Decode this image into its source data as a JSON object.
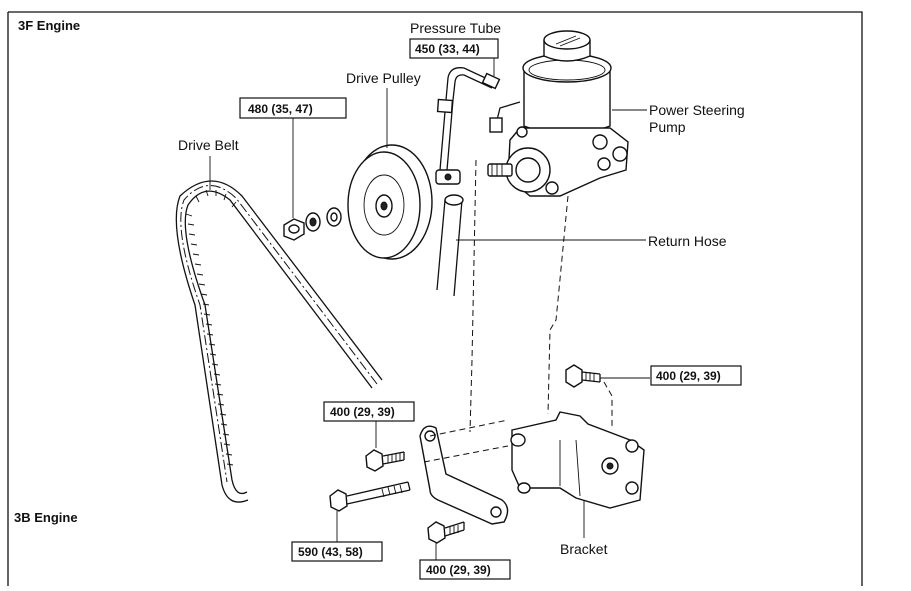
{
  "labels": {
    "engine_top": "3F Engine",
    "engine_bottom": "3B Engine",
    "pressure_tube": "Pressure Tube",
    "drive_pulley": "Drive Pulley",
    "drive_belt": "Drive Belt",
    "power_steering_pump_line1": "Power Steering",
    "power_steering_pump_line2": "Pump",
    "return_hose": "Return Hose",
    "bracket": "Bracket"
  },
  "torque_specs": {
    "pressure_tube": "450 (33, 44)",
    "pulley_nut": "480 (35, 47)",
    "bracket_top_bolt": "400 (29, 39)",
    "adjust_bar_bolt": "400 (29, 39)",
    "long_bolt": "590 (43, 58)",
    "bottom_bolt": "400 (29, 39)"
  }
}
